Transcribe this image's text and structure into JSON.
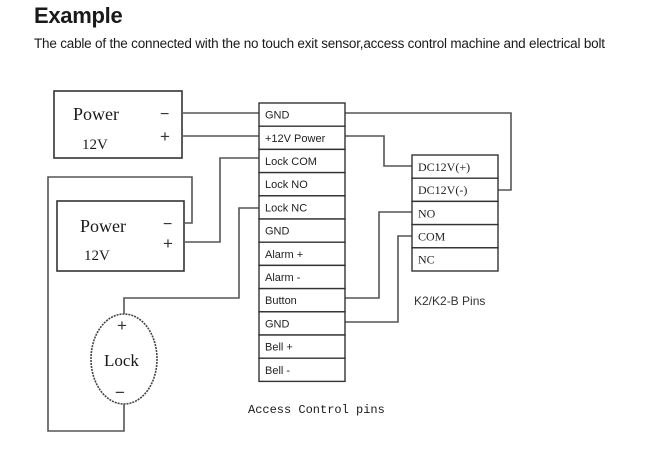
{
  "header": {
    "title": "Example",
    "description": "The cable of the connected with the no touch exit sensor,access control machine and electrical bolt"
  },
  "power_supply_1": {
    "label": "Power",
    "voltage": "12V",
    "minus": "−",
    "plus": "+"
  },
  "power_supply_2": {
    "label": "Power",
    "voltage": "12V",
    "minus": "−",
    "plus": "+"
  },
  "lock": {
    "label": "Lock",
    "plus": "+",
    "minus": "−"
  },
  "access_control": {
    "caption": "Access Control pins",
    "pins": [
      "GND",
      "+12V Power",
      "Lock COM",
      "Lock NO",
      "Lock NC",
      "GND",
      "Alarm +",
      "Alarm -",
      "Button",
      "GND",
      "Bell +",
      "Bell -"
    ]
  },
  "k2_sensor": {
    "caption": "K2/K2-B  Pins",
    "pins": [
      "DC12V(+)",
      "DC12V(-)",
      "NO",
      "COM",
      "NC"
    ]
  },
  "colors": {
    "line": "#555555",
    "box_border": "#333333",
    "text": "#1a1a1a"
  }
}
